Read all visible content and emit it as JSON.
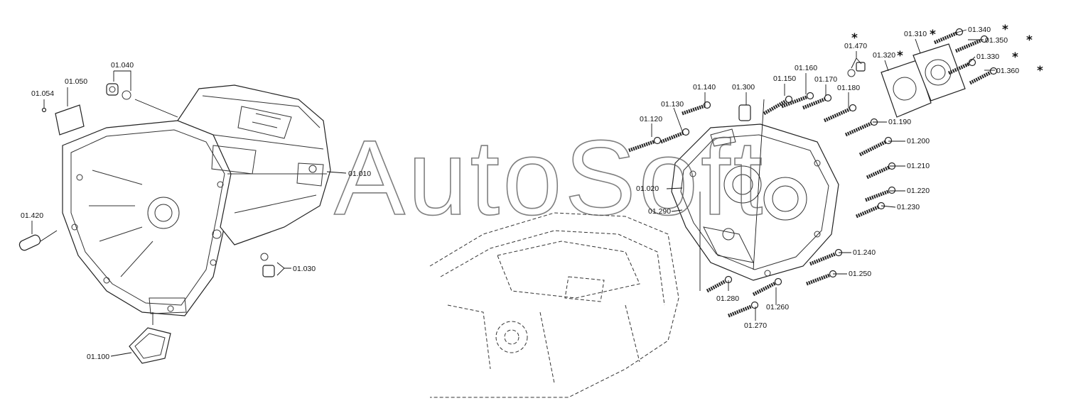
{
  "watermark": "AutoSoft",
  "labels": [
    {
      "id": "01.054",
      "text": "01.054"
    },
    {
      "id": "01.050",
      "text": "01.050"
    },
    {
      "id": "01.040",
      "text": "01.040"
    },
    {
      "id": "01.010",
      "text": "01.010"
    },
    {
      "id": "01.420",
      "text": "01.420"
    },
    {
      "id": "01.030",
      "text": "01.030"
    },
    {
      "id": "01.100",
      "text": "01.100"
    },
    {
      "id": "01.140",
      "text": "01.140"
    },
    {
      "id": "01.130",
      "text": "01.130"
    },
    {
      "id": "01.120",
      "text": "01.120"
    },
    {
      "id": "01.300",
      "text": "01.300"
    },
    {
      "id": "01.150",
      "text": "01.150"
    },
    {
      "id": "01.160",
      "text": "01.160"
    },
    {
      "id": "01.170",
      "text": "01.170"
    },
    {
      "id": "01.180",
      "text": "01.180"
    },
    {
      "id": "01.470",
      "text": "01.470"
    },
    {
      "id": "01.320",
      "text": "01.320"
    },
    {
      "id": "01.310",
      "text": "01.310"
    },
    {
      "id": "01.340",
      "text": "01.340"
    },
    {
      "id": "01.350",
      "text": "01.350"
    },
    {
      "id": "01.330",
      "text": "01.330"
    },
    {
      "id": "01.360",
      "text": "01.360"
    },
    {
      "id": "01.190",
      "text": "01.190"
    },
    {
      "id": "01.200",
      "text": "01.200"
    },
    {
      "id": "01.210",
      "text": "01.210"
    },
    {
      "id": "01.220",
      "text": "01.220"
    },
    {
      "id": "01.230",
      "text": "01.230"
    },
    {
      "id": "01.020",
      "text": "01.020"
    },
    {
      "id": "01.290",
      "text": "01.290"
    },
    {
      "id": "01.240",
      "text": "01.240"
    },
    {
      "id": "01.250",
      "text": "01.250"
    },
    {
      "id": "01.260",
      "text": "01.260"
    },
    {
      "id": "01.280",
      "text": "01.280"
    },
    {
      "id": "01.270",
      "text": "01.270"
    }
  ],
  "asterisk": "*",
  "marked_parts": [
    "01.470",
    "01.320",
    "01.310",
    "01.340",
    "01.350",
    "01.330",
    "01.360"
  ]
}
